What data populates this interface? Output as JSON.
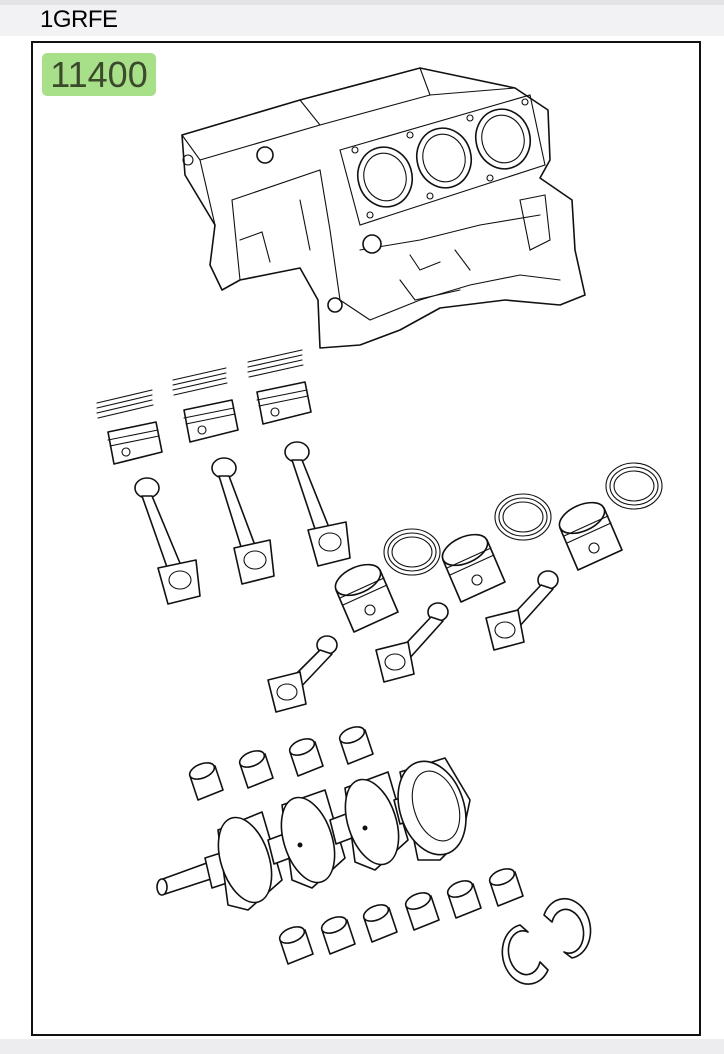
{
  "header": {
    "engine_code": "1GRFE"
  },
  "diagram": {
    "part_number": "11400",
    "badge_color": "#a8e08a",
    "components": [
      "cylinder-block",
      "piston-ring-set",
      "piston",
      "connecting-rod",
      "crankshaft",
      "crankshaft-bearing",
      "thrust-washer"
    ]
  }
}
